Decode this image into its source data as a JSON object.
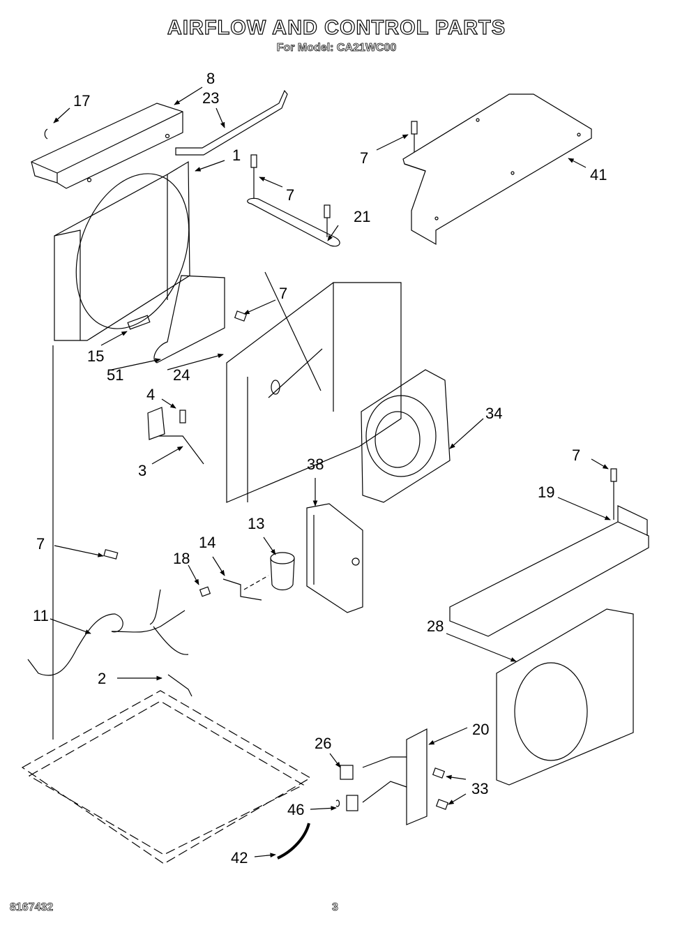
{
  "header": {
    "title": "AIRFLOW AND CONTROL PARTS",
    "subtitle": "For Model: CA21WC00"
  },
  "footer": {
    "document_number": "8167432",
    "page_number": "3"
  },
  "callouts": [
    {
      "id": "c8",
      "label": "8"
    },
    {
      "id": "c23",
      "label": "23"
    },
    {
      "id": "c17",
      "label": "17"
    },
    {
      "id": "c1",
      "label": "1"
    },
    {
      "id": "c7a",
      "label": "7"
    },
    {
      "id": "c21",
      "label": "21"
    },
    {
      "id": "c7b",
      "label": "7"
    },
    {
      "id": "c41",
      "label": "41"
    },
    {
      "id": "c7c",
      "label": "7"
    },
    {
      "id": "c15",
      "label": "15"
    },
    {
      "id": "c51",
      "label": "51"
    },
    {
      "id": "c24",
      "label": "24"
    },
    {
      "id": "c4",
      "label": "4"
    },
    {
      "id": "c3",
      "label": "3"
    },
    {
      "id": "c34",
      "label": "34"
    },
    {
      "id": "c7d",
      "label": "7"
    },
    {
      "id": "c19",
      "label": "19"
    },
    {
      "id": "c38",
      "label": "38"
    },
    {
      "id": "c13",
      "label": "13"
    },
    {
      "id": "c14",
      "label": "14"
    },
    {
      "id": "c18",
      "label": "18"
    },
    {
      "id": "c7e",
      "label": "7"
    },
    {
      "id": "c11",
      "label": "11"
    },
    {
      "id": "c2",
      "label": "2"
    },
    {
      "id": "c28",
      "label": "28"
    },
    {
      "id": "c20",
      "label": "20"
    },
    {
      "id": "c26",
      "label": "26"
    },
    {
      "id": "c33",
      "label": "33"
    },
    {
      "id": "c46",
      "label": "46"
    },
    {
      "id": "c42",
      "label": "42"
    }
  ]
}
